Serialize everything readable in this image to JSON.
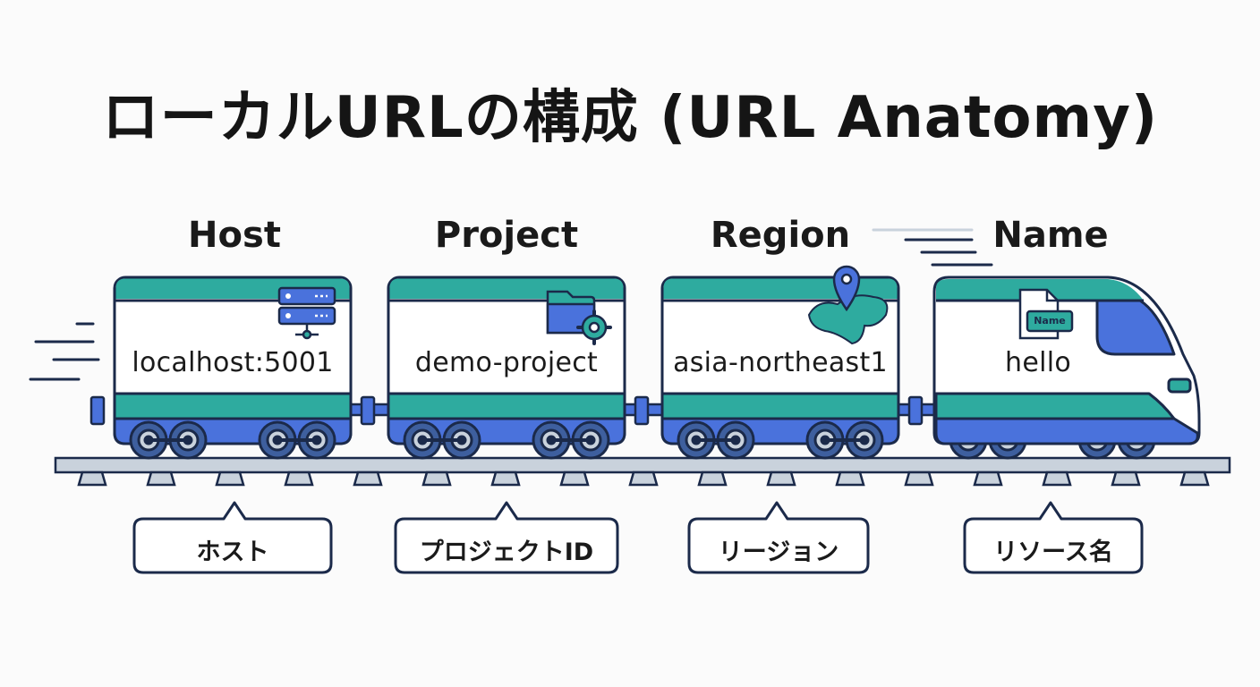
{
  "title": "ローカルURLの構成 (URL Anatomy)",
  "segments": [
    {
      "label": "Host",
      "value": "localhost:5001",
      "caption": "ホスト",
      "icon": "server-icon"
    },
    {
      "label": "Project",
      "value": "demo-project",
      "caption": "プロジェクトID",
      "icon": "folder-gear-icon"
    },
    {
      "label": "Region",
      "value": "asia-northeast1",
      "caption": "リージョン",
      "icon": "map-pin-icon"
    },
    {
      "label": "Name",
      "value": "hello",
      "caption": "リソース名",
      "icon": "file-name-icon",
      "icon_text": "Name"
    }
  ],
  "colors": {
    "teal": "#2eab9f",
    "blue": "#4a72dc",
    "navy": "#1b2a4a",
    "rail": "#c9d2dc"
  }
}
